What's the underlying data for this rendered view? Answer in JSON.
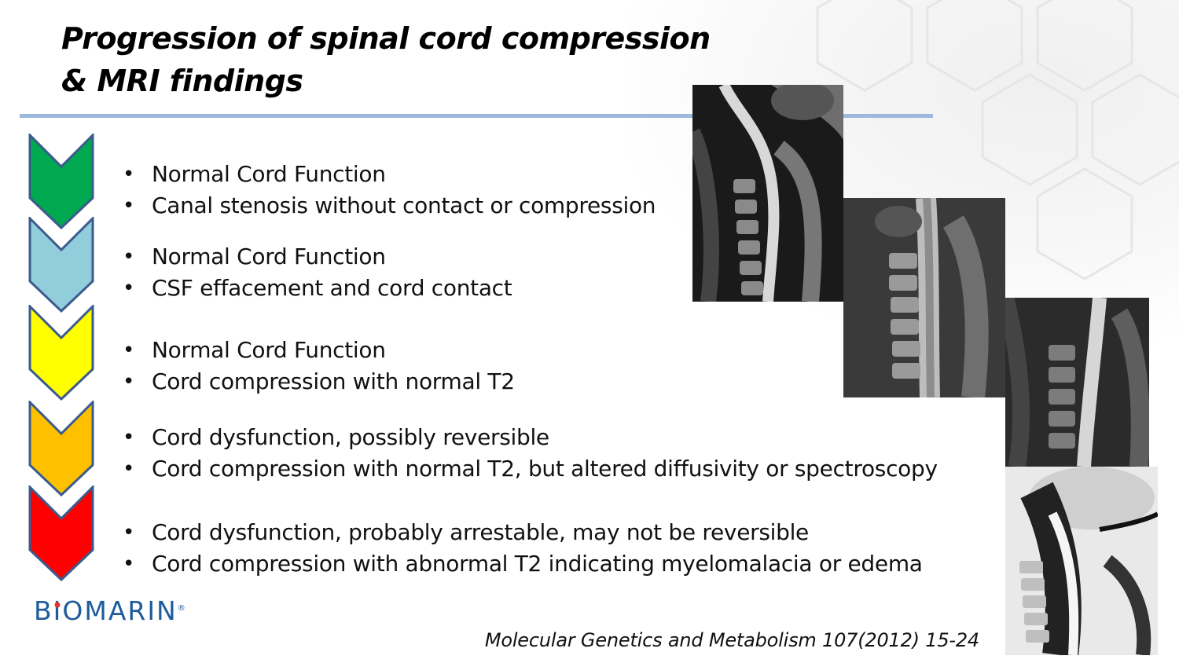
{
  "slide": {
    "title_line1": "Progression of spinal cord compression",
    "title_line2": "& MRI findings",
    "accent_rule_color": "#9cb8de",
    "stages": [
      {
        "color": "#00a84f",
        "icon": "chevron-down-icon",
        "bullets": [
          "Normal Cord Function",
          "Canal stenosis without contact or compression"
        ]
      },
      {
        "color": "#92cddc",
        "icon": "chevron-down-icon",
        "bullets": [
          "Normal Cord Function",
          "CSF effacement and cord contact"
        ]
      },
      {
        "color": "#ffff00",
        "icon": "chevron-down-icon",
        "bullets": [
          "Normal Cord Function",
          "Cord compression with normal T2"
        ]
      },
      {
        "color": "#ffc000",
        "icon": "chevron-down-icon",
        "bullets": [
          "Cord dysfunction, possibly reversible",
          "Cord compression with normal T2, but altered diffusivity or spectroscopy"
        ]
      },
      {
        "color": "#ff0000",
        "icon": "chevron-down-icon",
        "bullets": [
          "Cord dysfunction, probably arrestable, may not be reversible",
          "Cord compression with abnormal T2 indicating myelomalacia or edema"
        ]
      }
    ],
    "bullet_glyph": "•",
    "images": [
      "mri-sagittal-1",
      "mri-sagittal-2",
      "mri-sagittal-3",
      "mri-sagittal-4"
    ],
    "logo": {
      "text_before": "B",
      "text_i": "I",
      "text_after": "OMARIN",
      "mark": "®",
      "color": "#1e5c9c"
    },
    "citation": "Molecular Genetics and Metabolism 107(2012) 15-24"
  }
}
